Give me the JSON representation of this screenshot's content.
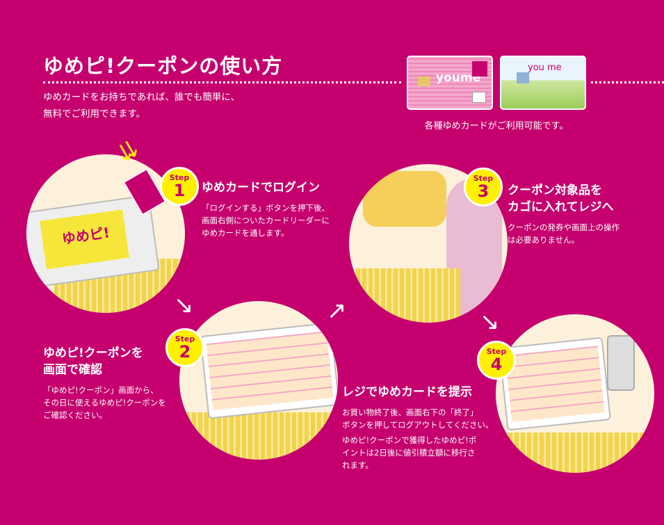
{
  "title": "ゆめピ!クーポンの使い方",
  "intro": [
    "ゆめカードをお持ちであれば、誰でも簡単に、",
    "無料でご利用できます。"
  ],
  "cards": {
    "card1_brand": "youme",
    "card2_brand": "you me",
    "caption": "各種ゆめカードがご利用可能です。"
  },
  "step_label": "Step",
  "steps": [
    {
      "num": "1",
      "title": "ゆめカードでログイン",
      "body": [
        "「ログインする」ボタンを押下後、",
        "画面右側についたカードリーダーに",
        "ゆめカードを通します。"
      ]
    },
    {
      "num": "2",
      "title": [
        "ゆめピ!クーポンを",
        "画面で確認"
      ],
      "body": [
        "「ゆめピ!クーポン」画面から、",
        "その日に使えるゆめピ!クーポンを",
        "ご確認ください。"
      ]
    },
    {
      "num": "3",
      "title": [
        "クーポン対象品を",
        "カゴに入れてレジへ"
      ],
      "body": [
        "クーポンの発券や画面上の操作",
        "は必要ありません。"
      ]
    },
    {
      "num": "4",
      "title": "レジでゆめカードを提示",
      "body": [
        "お買い物終了後、画面右下の「終了」",
        "ボタンを押してログアウトしてください。"
      ],
      "body2": [
        "ゆめピ!クーポンで獲得したゆめピ!ポ",
        "イントは2日後に値引積立額に移行さ",
        "れます。"
      ]
    }
  ],
  "kiosk_logo": "ゆめピ!",
  "colors": {
    "background": "#c5006e",
    "badge": "#fff000"
  }
}
